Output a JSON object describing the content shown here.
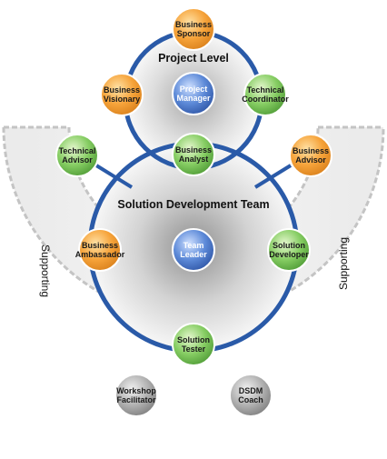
{
  "diagram": {
    "project_level_title": "Project Level",
    "team_title": "Solution Development Team",
    "supporting_left": "Supporting",
    "supporting_right": "Supporting",
    "colors": {
      "orange": "#f5a43c",
      "green": "#7ec95d",
      "blue": "#5b86d4",
      "grey": "#a9a9a9",
      "ring": "#2a5aa8"
    },
    "nodes": {
      "business_sponsor": [
        "Business",
        "Sponsor"
      ],
      "business_visionary": [
        "Business",
        "Visionary"
      ],
      "project_manager": [
        "Project",
        "Manager"
      ],
      "technical_coordinator": [
        "Technical",
        "Coordinator"
      ],
      "business_analyst": [
        "Business",
        "Analyst"
      ],
      "technical_advisor": [
        "Technical",
        "Advisor"
      ],
      "business_advisor": [
        "Business",
        "Advisor"
      ],
      "business_ambassador": [
        "Business",
        "Ambassador"
      ],
      "team_leader": [
        "Team",
        "Leader"
      ],
      "solution_developer": [
        "Solution",
        "Developer"
      ],
      "solution_tester": [
        "Solution",
        "Tester"
      ],
      "workshop_facilitator": [
        "Workshop",
        "Facilitator"
      ],
      "dsdm_coach": [
        "DSDM",
        "Coach"
      ]
    }
  }
}
